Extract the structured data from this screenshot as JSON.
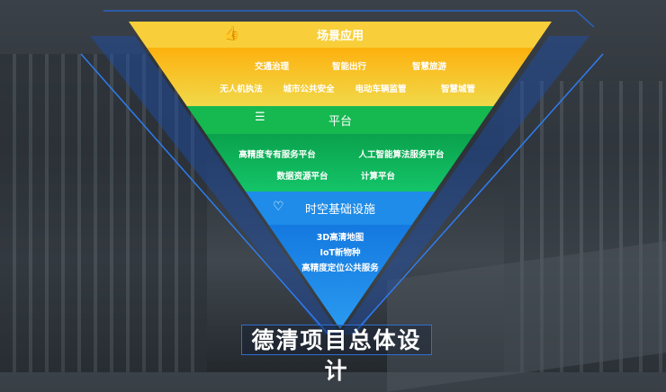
{
  "layers": [
    {
      "title": "场景应用",
      "icon": "thumbs-up-icon",
      "items": [
        "交通治理",
        "智能出行",
        "智慧旅游",
        "无人机执法",
        "城市公共安全",
        "电动车辆监管",
        "智慧城管"
      ]
    },
    {
      "title": "平台",
      "icon": "layers-icon",
      "items": [
        "高精度专有服务平台",
        "人工智能算法服务平台",
        "数据资源平台",
        "计算平台"
      ]
    },
    {
      "title": "时空基础设施",
      "icon": "heart-icon",
      "items": [
        "3D高清地图",
        "IoT新物种",
        "高精度定位公共服务"
      ]
    }
  ],
  "main_title": "德清项目总体设计",
  "colors": {
    "yellow": "#f8cf3a",
    "orange": "#fdb412",
    "green": "#1db954",
    "blue": "#1f8be8"
  }
}
